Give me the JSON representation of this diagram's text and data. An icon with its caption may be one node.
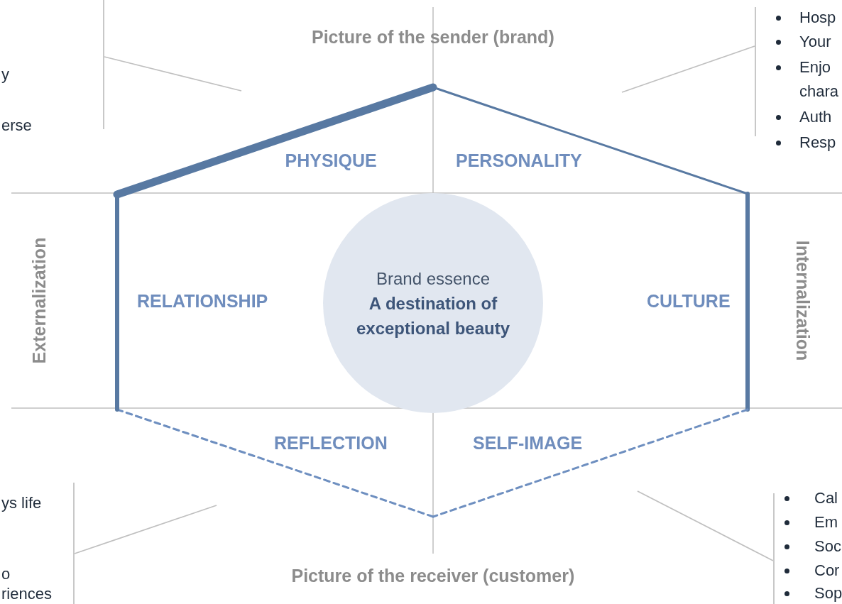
{
  "diagram": {
    "nodes": [
      {
        "text": [
          "Brand essence",
          "A destination of exceptional beauty"
        ]
      },
      {
        "text": [
          "y",
          "erse"
        ]
      },
      {
        "text": [
          "Hosp",
          "Your",
          "Enjo chara",
          "Auth",
          "Resp"
        ]
      },
      {
        "text": [
          "ys life",
          "o",
          "riences"
        ]
      },
      {
        "text": [
          "Cal",
          "Em",
          "Soc",
          "Cor",
          "Sop"
        ]
      }
    ],
    "edges": [
      {
        "from": 1,
        "to": null,
        "arrow": "none"
      },
      {
        "from": 2,
        "to": null,
        "arrow": "none"
      },
      {
        "from": 3,
        "to": null,
        "arrow": "none"
      },
      {
        "from": 4,
        "to": null,
        "arrow": "none"
      }
    ],
    "labels": [
      "Picture of the sender (brand)",
      "PHYSIQUE",
      "PERSONALITY",
      "Externalization",
      "RELATIONSHIP",
      "CULTURE",
      "Internalization",
      "REFLECTION",
      "SELF-IMAGE",
      "Picture of the receiver (customer)"
    ]
  }
}
